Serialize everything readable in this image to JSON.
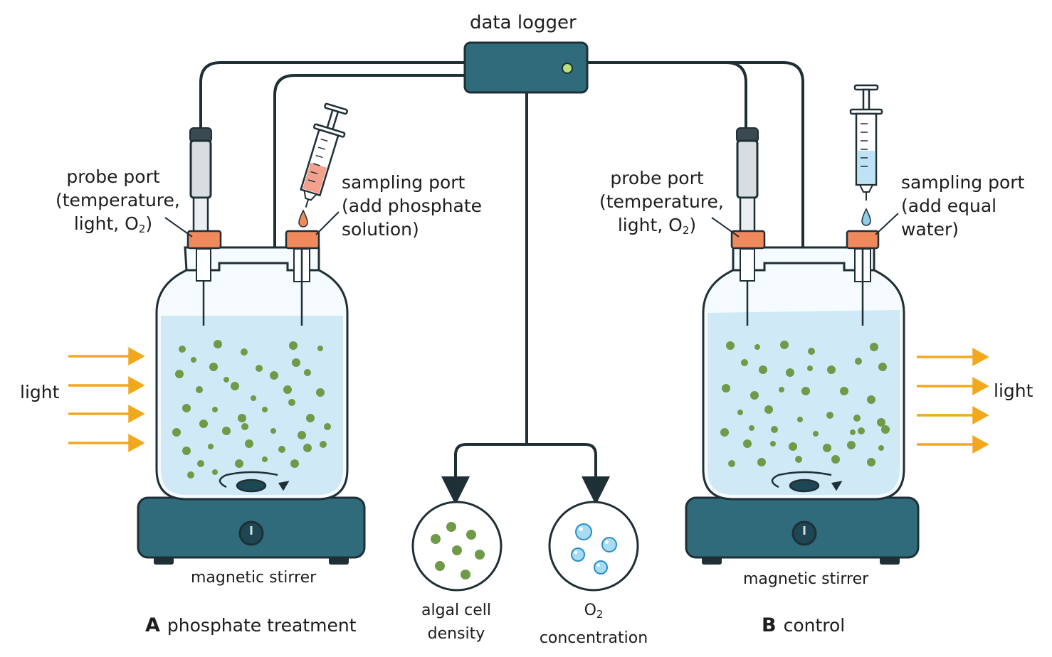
{
  "logger": {
    "label": "data logger"
  },
  "setup_a": {
    "letter": "A",
    "title": "phosphate treatment",
    "probe_label_1": "probe port",
    "probe_label_2": "(temperature,",
    "probe_label_3": "light, O",
    "probe_label_3_sub": "2",
    "probe_label_3_end": ")",
    "sampling_label_1": "sampling port",
    "sampling_label_2": "(add phosphate",
    "sampling_label_3": "solution)",
    "light_label": "light",
    "stirrer_label": "magnetic stirrer"
  },
  "setup_b": {
    "letter": "B",
    "title": "control",
    "probe_label_1": "probe port",
    "probe_label_2": "(temperature,",
    "probe_label_3": "light, O",
    "probe_label_3_sub": "2",
    "probe_label_3_end": ")",
    "sampling_label_1": "sampling port",
    "sampling_label_2": "(add equal",
    "sampling_label_3": "water)",
    "light_label": "light",
    "stirrer_label": "magnetic stirrer"
  },
  "outputs": {
    "algal_line1": "algal cell",
    "algal_line2": "density",
    "o2_line1": "O",
    "o2_line1_sub": "2",
    "o2_line2": "concentration"
  },
  "colors": {
    "dark_teal": "#2f6b7a",
    "outline": "#1f2f36",
    "water": "#cfe9f7",
    "algae": "#6f9a47",
    "stopper": "#f08a5d",
    "arrow_light": "#f2a81d",
    "phosphate": "#f3a08c",
    "syringe_water": "#bfe3f6"
  }
}
